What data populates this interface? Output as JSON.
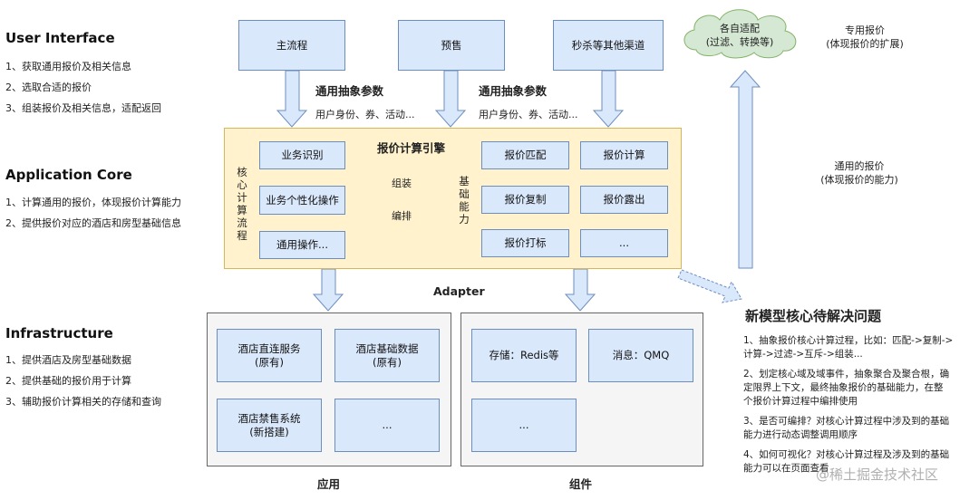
{
  "left": {
    "ui": {
      "title": "User Interface",
      "items": [
        "1、获取通用报价及相关信息",
        "2、选取合适的报价",
        "3、组装报价及相关信息，适配返回"
      ]
    },
    "core": {
      "title": "Application Core",
      "items": [
        "1、计算通用的报价，体现报价计算能力",
        "2、提供报价对应的酒店和房型基础信息"
      ]
    },
    "infra": {
      "title": "Infrastructure",
      "items": [
        "1、提供酒店及房型基础数据",
        "2、提供基础的报价用于计算",
        "3、辅助报价计算相关的存储和查询"
      ]
    }
  },
  "top": {
    "boxes": [
      "主流程",
      "预售",
      "秒杀等其他渠道"
    ],
    "param_title": "通用抽象参数",
    "param_detail": "用户身份、券、活动..."
  },
  "engine": {
    "title": "报价计算引擎",
    "left_vertical": "核心计算流程",
    "flow": [
      "业务识别",
      "业务个性化操作",
      "通用操作..."
    ],
    "arrow_top": "组装",
    "arrow_bottom": "编排",
    "right_vertical": "基础能力",
    "abilities": [
      "报价匹配",
      "报价计算",
      "报价复制",
      "报价露出",
      "报价打标",
      "..."
    ]
  },
  "adapter": "Adapter",
  "app_panel": {
    "label": "应用",
    "boxes": [
      [
        "酒店直连服务",
        "(原有)"
      ],
      [
        "酒店基础数据",
        "(原有)"
      ],
      [
        "酒店禁售系统",
        "(新搭建)"
      ],
      [
        "..."
      ]
    ]
  },
  "comp_panel": {
    "label": "组件",
    "boxes": [
      "存储：Redis等",
      "消息：QMQ",
      "..."
    ]
  },
  "cloud": {
    "line1": "各自适配",
    "line2": "(过滤、转换等)"
  },
  "right_notes": {
    "special": [
      "专用报价",
      "(体现报价的扩展)"
    ],
    "general": [
      "通用的报价",
      "(体现报价的能力)"
    ]
  },
  "problems": {
    "title": "新模型核心待解决问题",
    "items": [
      [
        "1、抽象报价核心计算过程，比如：匹配->复制->",
        "计算->过滤->互斥->组装..."
      ],
      [
        "2、划定核心域及域事件，抽象聚合及聚合根，确",
        "定限界上下文，最终抽象报价的基础能力，在整",
        "个报价计算过程中编排使用"
      ],
      [
        "3、是否可编排？对核心计算过程中涉及到的基础",
        "能力进行动态调整调用顺序"
      ],
      [
        "4、如何可视化？对核心计算过程及涉及到的基础",
        "能力可以在页面查看"
      ]
    ]
  },
  "watermark": "@稀土掘金技术社区",
  "colors": {
    "box_fill": "#dae8fc",
    "box_stroke": "#6c8ebf",
    "engine_fill": "#fff2cc",
    "engine_stroke": "#d6b656",
    "cloud_fill": "#d5e8d4",
    "panel_fill": "#f5f5f5"
  }
}
